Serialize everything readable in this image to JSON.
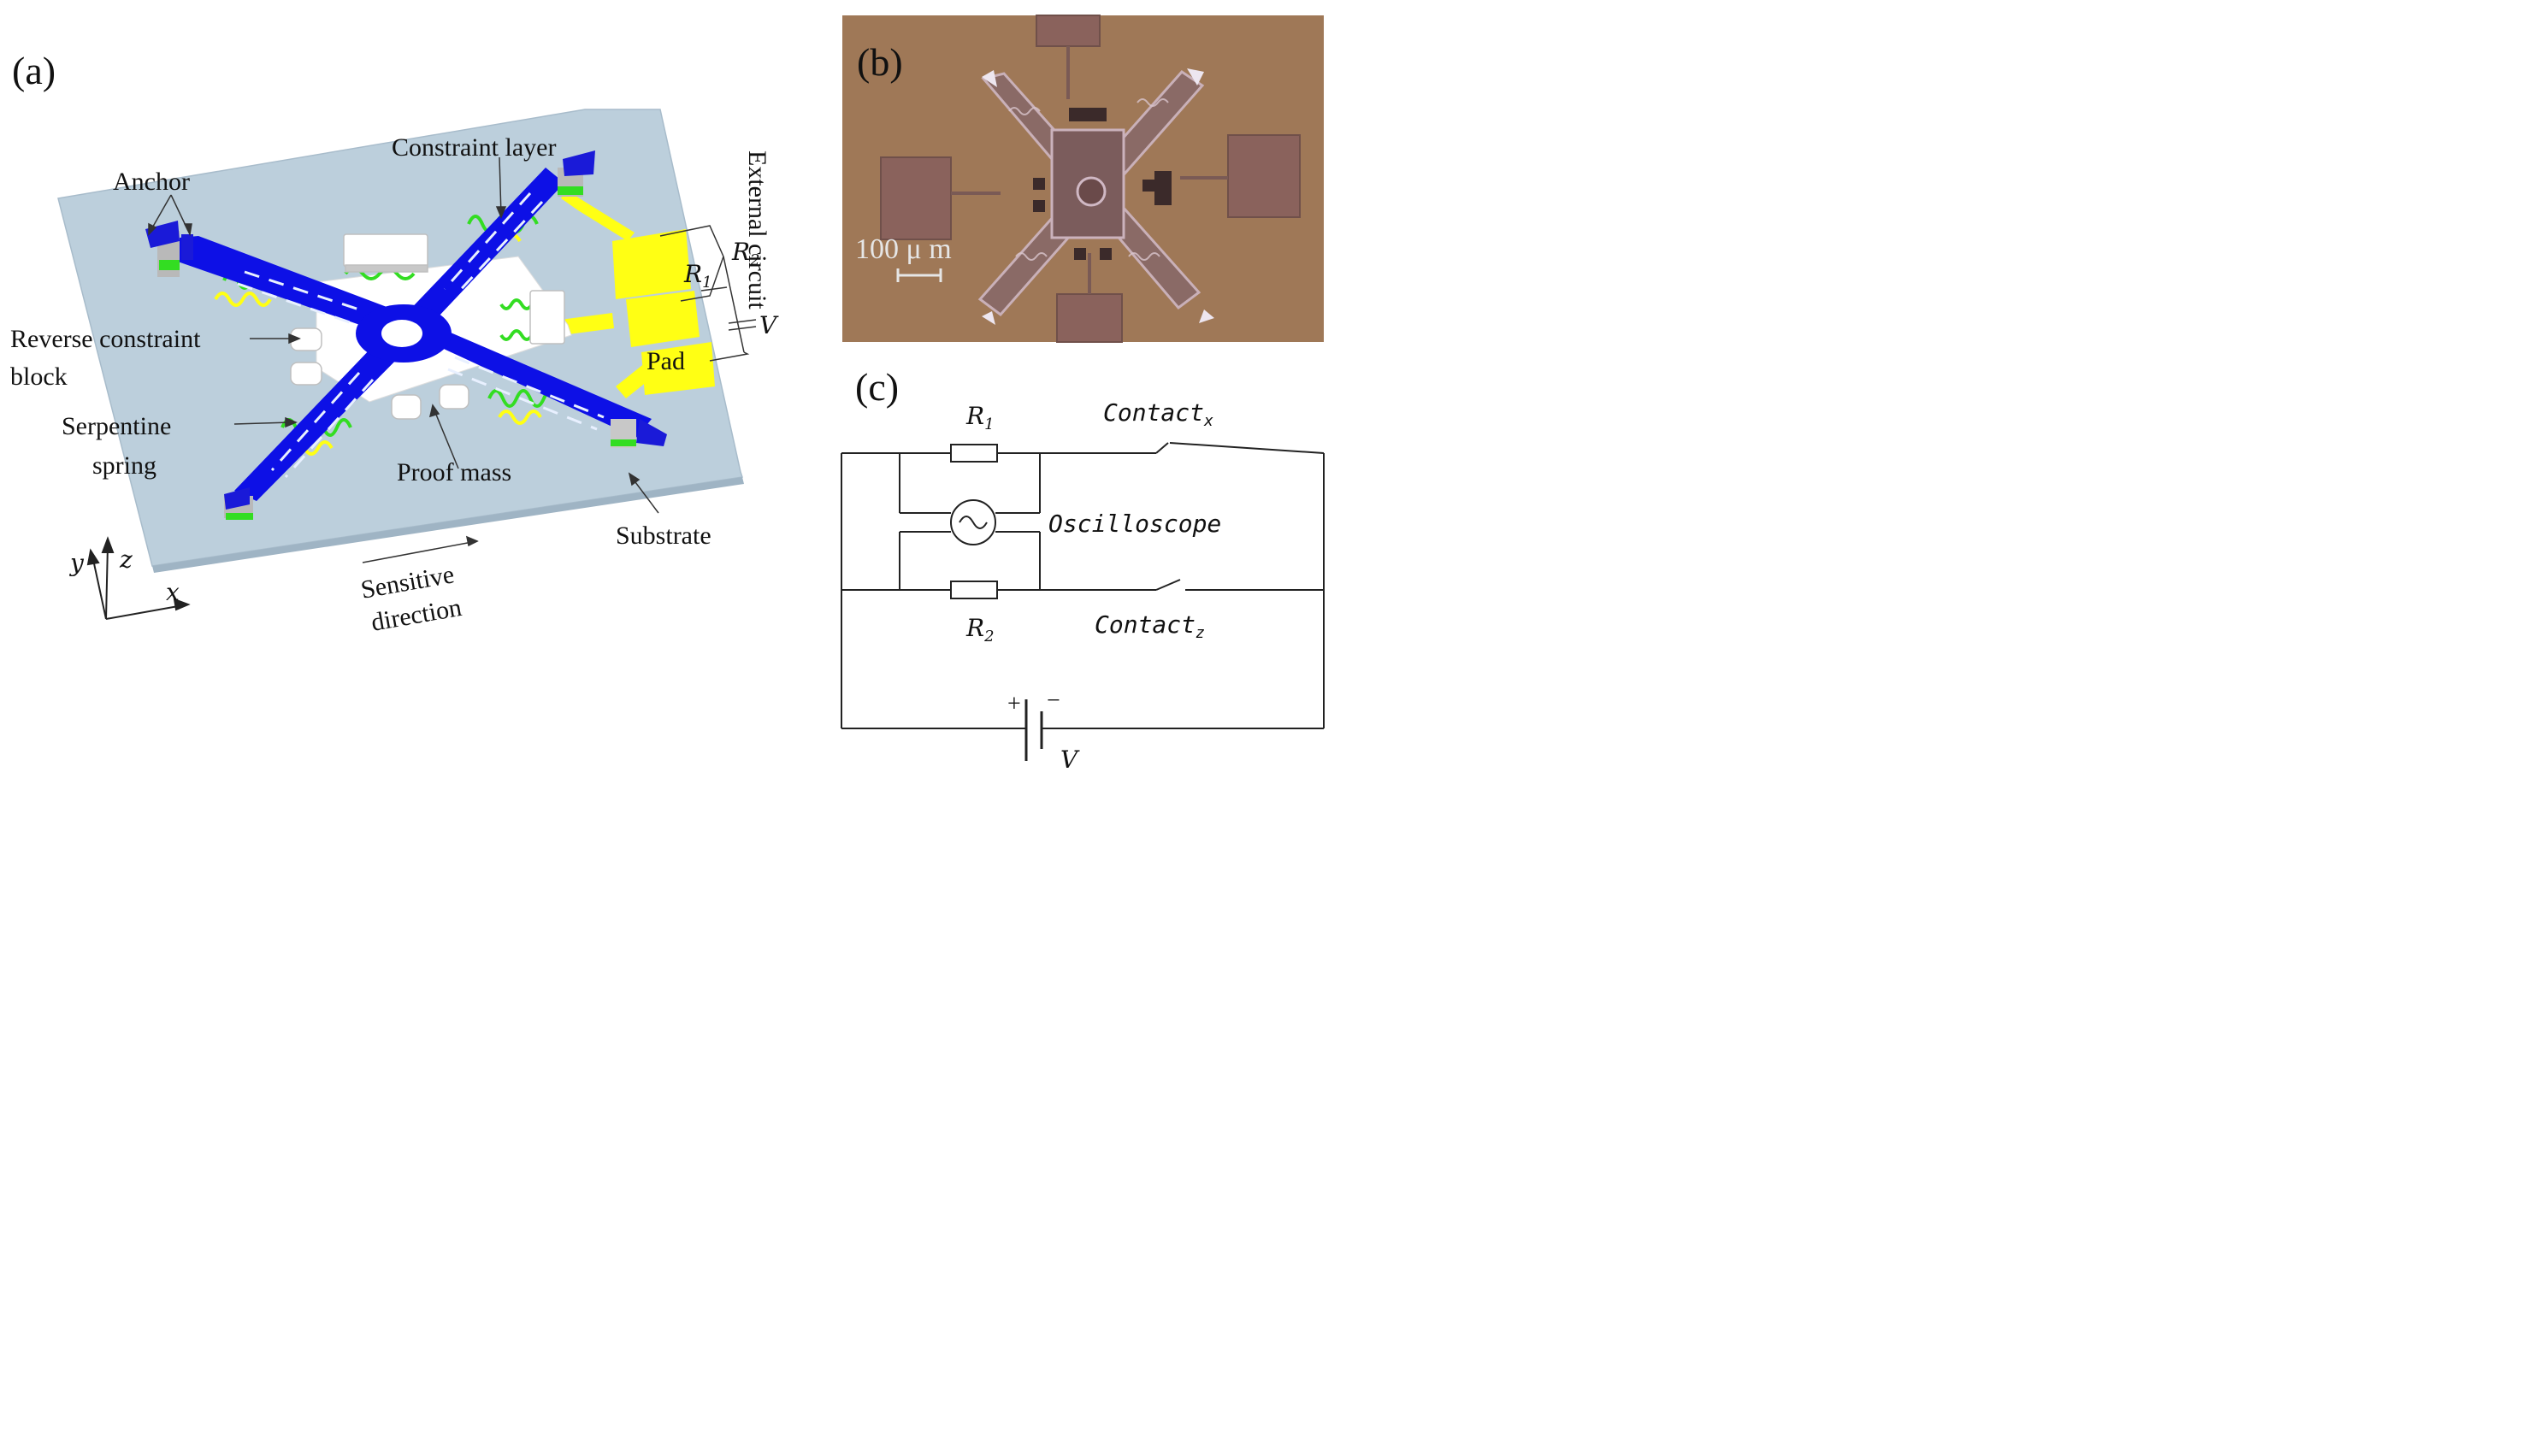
{
  "panel_a": {
    "tag": "(a)",
    "labels": {
      "constraint_layer": "Constraint layer",
      "anchor": "Anchor",
      "external_circuit": "External circuit",
      "r2": "R",
      "r2_sub": "2",
      "r1": "R",
      "r1_sub": "1",
      "v": "V",
      "reverse_constraint_1": "Reverse constraint",
      "reverse_constraint_2": "block",
      "pad": "Pad",
      "serpentine_1": "Serpentine",
      "serpentine_2": "spring",
      "proof_mass": "Proof mass",
      "substrate": "Substrate",
      "sensitive_1": "Sensitive",
      "sensitive_2": "direction",
      "axis_y": "y",
      "axis_z": "z",
      "axis_x": "x"
    },
    "colors": {
      "substrate": "#bccfdc",
      "cross": "#0d10e6",
      "pad": "#ffff14",
      "spring": "#33dd22"
    }
  },
  "panel_b": {
    "tag": "(b)",
    "scale_label": "100 μ m",
    "colors": {
      "bg": "#9a7255",
      "device": "#8a6a66"
    }
  },
  "panel_c": {
    "tag": "(c)",
    "r1": "R",
    "r1_sub": "1",
    "r2": "R",
    "r2_sub": "2",
    "contact_x": "Contact",
    "contact_x_sub": "x",
    "contact_z": "Contact",
    "contact_z_sub": "z",
    "oscilloscope": "Oscilloscope",
    "battery_plus": "+",
    "battery_minus": "−",
    "battery_v": "V"
  }
}
